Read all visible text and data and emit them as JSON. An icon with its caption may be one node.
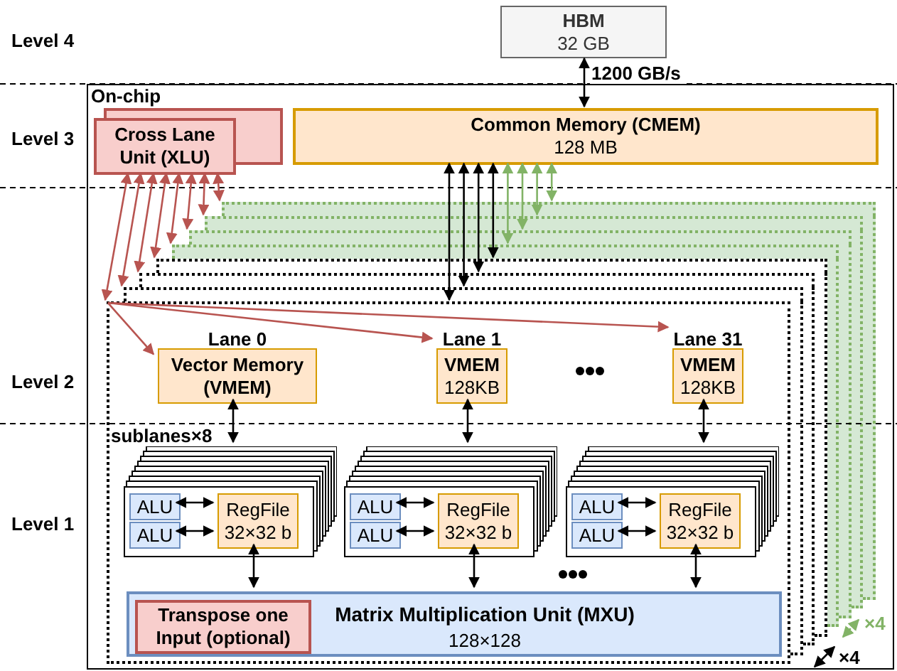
{
  "diagram": {
    "nodes": [
      {
        "text": [
          "HBM",
          "32 GB"
        ]
      },
      {
        "text": [
          "On-chip"
        ]
      },
      {
        "text": [
          "Cross Lane Unit (XLU)"
        ],
        "in": 1
      },
      {
        "text": [
          "Common Memory (CMEM)",
          "128 MB"
        ],
        "in": 1
      },
      {
        "text": [],
        "shape": "box",
        "in": 1
      },
      {
        "text": [
          "Lane 0",
          "Vector Memory (VMEM)"
        ],
        "in": 4
      },
      {
        "text": [
          "Lane 1",
          "VMEM",
          "128KB"
        ],
        "in": 4
      },
      {
        "text": [
          "Lane 31",
          "VMEM",
          "128KB"
        ],
        "in": 4
      },
      {
        "text": [],
        "shape": "box",
        "in": 4
      },
      {
        "text": [
          "ALU"
        ],
        "in": 8
      },
      {
        "text": [
          "ALU"
        ],
        "in": 8
      },
      {
        "text": [
          "RegFile",
          "32×32 b"
        ],
        "in": 8
      },
      {
        "text": [],
        "shape": "box",
        "in": 4
      },
      {
        "text": [
          "ALU"
        ],
        "in": 12
      },
      {
        "text": [
          "ALU"
        ],
        "in": 12
      },
      {
        "text": [
          "RegFile",
          "32×32 b"
        ],
        "in": 12
      },
      {
        "text": [],
        "shape": "box",
        "in": 4
      },
      {
        "text": [
          "ALU"
        ],
        "in": 16
      },
      {
        "text": [
          "ALU"
        ],
        "in": 16
      },
      {
        "text": [
          "RegFile",
          "32×32 b"
        ],
        "in": 16
      },
      {
        "text": [
          "Matrix Multiplication Unit (MXU)",
          "128×128"
        ],
        "in": 4
      },
      {
        "text": [
          "Transpose one Input (optional)"
        ],
        "in": 20
      },
      {
        "text": [],
        "shape": "box",
        "in": 1
      },
      {
        "text": [],
        "shape": "box",
        "in": 1
      },
      {
        "text": [],
        "shape": "box",
        "in": 1
      },
      {
        "text": [],
        "shape": "box",
        "in": 1
      },
      {
        "text": [],
        "shape": "box",
        "in": 1
      },
      {
        "text": [],
        "shape": "box",
        "in": 1
      },
      {
        "text": [],
        "shape": "box",
        "in": 1
      }
    ],
    "edges": [
      {
        "from": 0,
        "to": 3,
        "arrow": "both",
        "label": "1200 GB/s"
      },
      {
        "from": 3,
        "to": 4,
        "arrow": "both"
      },
      {
        "from": 3,
        "to": 22,
        "arrow": "both"
      },
      {
        "from": 3,
        "to": 23,
        "arrow": "both"
      },
      {
        "from": 3,
        "to": 24,
        "arrow": "both"
      },
      {
        "from": 3,
        "to": 25,
        "arrow": "both",
        "color": "#82b366"
      },
      {
        "from": 3,
        "to": 26,
        "arrow": "both",
        "color": "#82b366"
      },
      {
        "from": 3,
        "to": 27,
        "arrow": "both",
        "color": "#82b366"
      },
      {
        "from": 3,
        "to": 28,
        "arrow": "both",
        "color": "#82b366"
      },
      {
        "from": 2,
        "to": 4,
        "arrow": "both",
        "color": "#b85450"
      },
      {
        "from": 2,
        "to": 22,
        "arrow": "both",
        "color": "#b85450"
      },
      {
        "from": 2,
        "to": 23,
        "arrow": "both",
        "color": "#b85450"
      },
      {
        "from": 2,
        "to": 24,
        "arrow": "both",
        "color": "#b85450"
      },
      {
        "from": 2,
        "to": 25,
        "arrow": "both",
        "color": "#b85450"
      },
      {
        "from": 2,
        "to": 26,
        "arrow": "both",
        "color": "#b85450"
      },
      {
        "from": 2,
        "to": 27,
        "arrow": "both",
        "color": "#b85450"
      },
      {
        "from": 2,
        "to": 28,
        "arrow": "both",
        "color": "#b85450"
      },
      {
        "from": 4,
        "to": 5,
        "arrow": "to",
        "color": "#b85450"
      },
      {
        "from": 4,
        "to": 6,
        "arrow": "to",
        "color": "#b85450"
      },
      {
        "from": 4,
        "to": 7,
        "arrow": "to",
        "color": "#b85450"
      },
      {
        "from": 5,
        "to": 8,
        "arrow": "both"
      },
      {
        "from": 6,
        "to": 12,
        "arrow": "both"
      },
      {
        "from": 7,
        "to": 16,
        "arrow": "both"
      },
      {
        "from": 9,
        "to": 11,
        "arrow": "both"
      },
      {
        "from": 10,
        "to": 11,
        "arrow": "both"
      },
      {
        "from": 13,
        "to": 15,
        "arrow": "both"
      },
      {
        "from": 14,
        "to": 15,
        "arrow": "both"
      },
      {
        "from": 17,
        "to": 19,
        "arrow": "both"
      },
      {
        "from": 18,
        "to": 19,
        "arrow": "both"
      },
      {
        "from": 11,
        "to": 20,
        "arrow": "both"
      },
      {
        "from": 15,
        "to": 20,
        "arrow": "both"
      },
      {
        "from": 19,
        "to": 20,
        "arrow": "both"
      }
    ],
    "labels": [
      "Level 4",
      "Level 3",
      "Level 2",
      "sublanes×8",
      "Level 1",
      "×4",
      "×4"
    ]
  }
}
